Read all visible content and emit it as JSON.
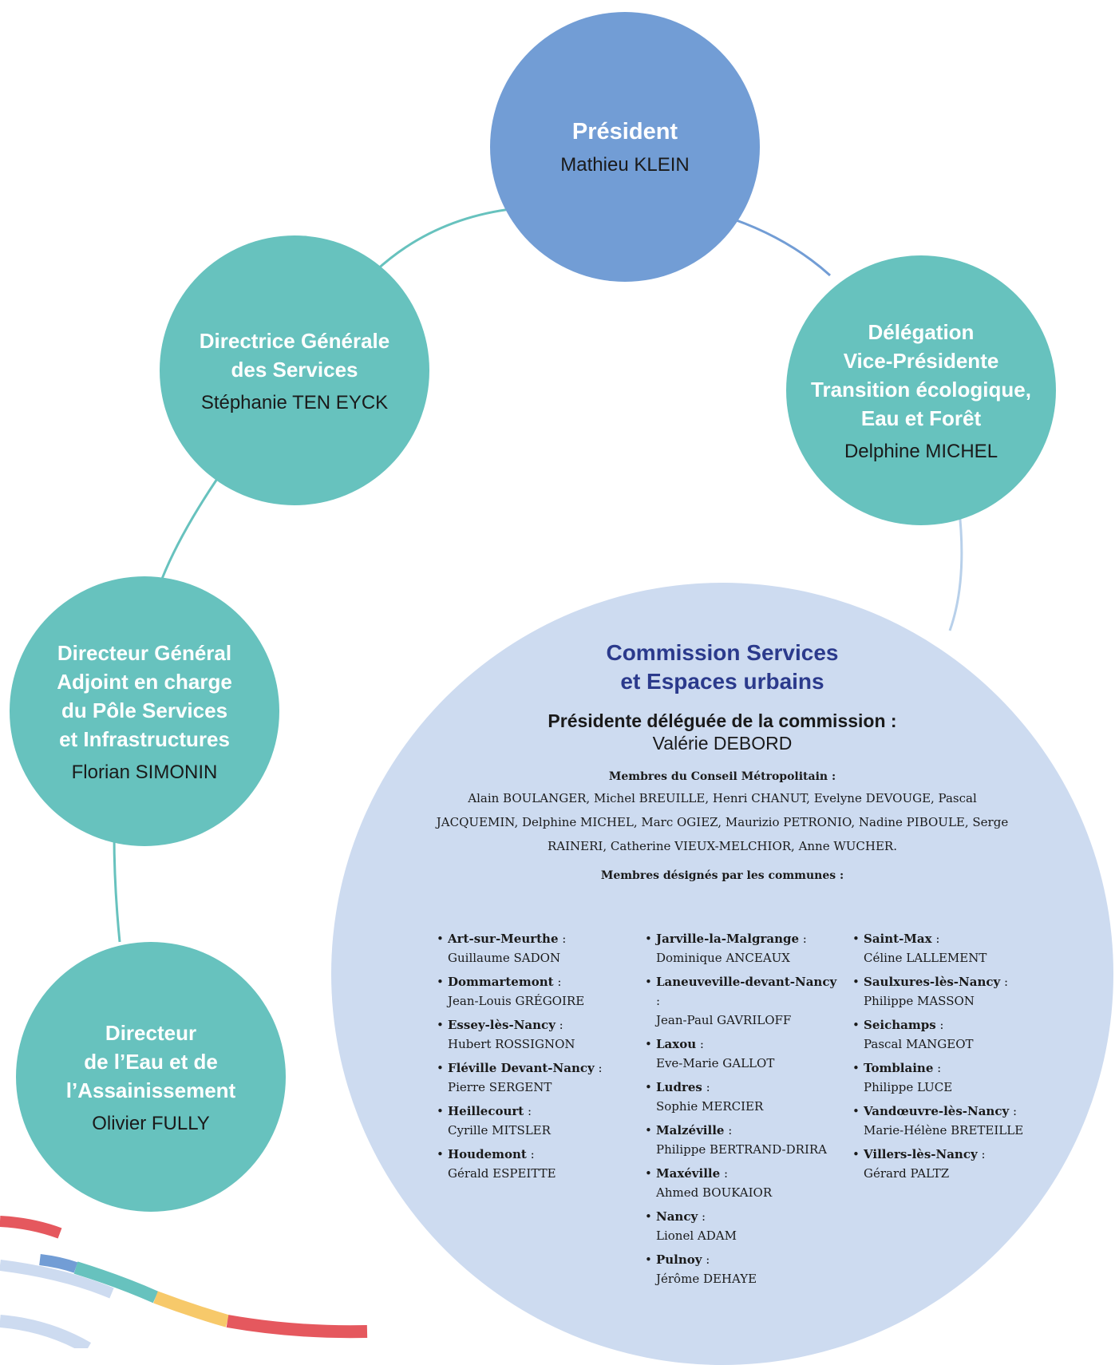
{
  "president": {
    "title": "Président",
    "name": "Mathieu KLEIN"
  },
  "dgs": {
    "title_line1": "Directrice Générale",
    "title_line2": "des Services",
    "name": "Stéphanie TEN EYCK"
  },
  "vp": {
    "title_line1": "Délégation",
    "title_line2": "Vice-Présidente",
    "title_line3": "Transition écologique,",
    "title_line4": "Eau et Forêt",
    "name": "Delphine MICHEL"
  },
  "dga": {
    "title_line1": "Directeur Général",
    "title_line2": "Adjoint en charge",
    "title_line3": "du Pôle Services",
    "title_line4": "et Infrastructures",
    "name": "Florian SIMONIN"
  },
  "dir_eau": {
    "title_line1": "Directeur",
    "title_line2": "de l’Eau et de",
    "title_line3": "l’Assainissement",
    "name": "Olivier FULLY"
  },
  "commission": {
    "title_line1": "Commission Services",
    "title_line2": "et Espaces urbains",
    "president_label": "Présidente déléguée de la commission :",
    "president_name": "Valérie DEBORD",
    "council_label": "Membres du Conseil Métropolitain :",
    "council_members": "Alain BOULANGER, Michel BREUILLE, Henri CHANUT, Evelyne DEVOUGE, Pascal JACQUEMIN, Delphine MICHEL, Marc OGIEZ, Maurizio PETRONIO, Nadine PIBOULE, Serge RAINERI, Catherine VIEUX-MELCHIOR, Anne WUCHER.",
    "communes_label": "Membres désignés par les communes :",
    "col1": [
      {
        "commune": "Art-sur-Meurthe",
        "person": "Guillaume SADON"
      },
      {
        "commune": "Dommartemont",
        "person": "Jean-Louis GRÉGOIRE"
      },
      {
        "commune": "Essey-lès-Nancy",
        "person": "Hubert ROSSIGNON"
      },
      {
        "commune": "Fléville Devant-Nancy",
        "person": "Pierre SERGENT"
      },
      {
        "commune": "Heillecourt",
        "person": "Cyrille MITSLER"
      },
      {
        "commune": "Houdemont",
        "person": "Gérald ESPEITTE"
      }
    ],
    "col2": [
      {
        "commune": "Jarville-la-Malgrange",
        "person": "Dominique ANCEAUX"
      },
      {
        "commune": "Laneuveville-devant-Nancy",
        "person": "Jean-Paul GAVRILOFF"
      },
      {
        "commune": "Laxou",
        "person": "Eve-Marie GALLOT"
      },
      {
        "commune": "Ludres",
        "person": "Sophie MERCIER"
      },
      {
        "commune": "Malzéville",
        "person": "Philippe BERTRAND-DRIRA"
      },
      {
        "commune": "Maxéville",
        "person": "Ahmed BOUKAIOR"
      },
      {
        "commune": "Nancy",
        "person": "Lionel ADAM"
      },
      {
        "commune": "Pulnoy",
        "person": "Jérôme DEHAYE"
      }
    ],
    "col3": [
      {
        "commune": "Saint-Max",
        "person": "Céline LALLEMENT"
      },
      {
        "commune": "Saulxures-lès-Nancy",
        "person": "Philippe MASSON"
      },
      {
        "commune": "Seichamps",
        "person": "Pascal MANGEOT"
      },
      {
        "commune": "Tomblaine",
        "person": "Philippe LUCE"
      },
      {
        "commune": "Vandœuvre-lès-Nancy",
        "person": "Marie-Hélène BRETEILLE"
      },
      {
        "commune": "Villers-lès-Nancy",
        "person": "Gérard PALTZ"
      }
    ]
  },
  "colors": {
    "teal": "#67c2be",
    "blue": "#729dd5",
    "light_blue": "#cddbf0",
    "title_navy": "#2b3a8c",
    "deco_red": "#e5585e",
    "deco_yellow": "#f7c96a"
  }
}
